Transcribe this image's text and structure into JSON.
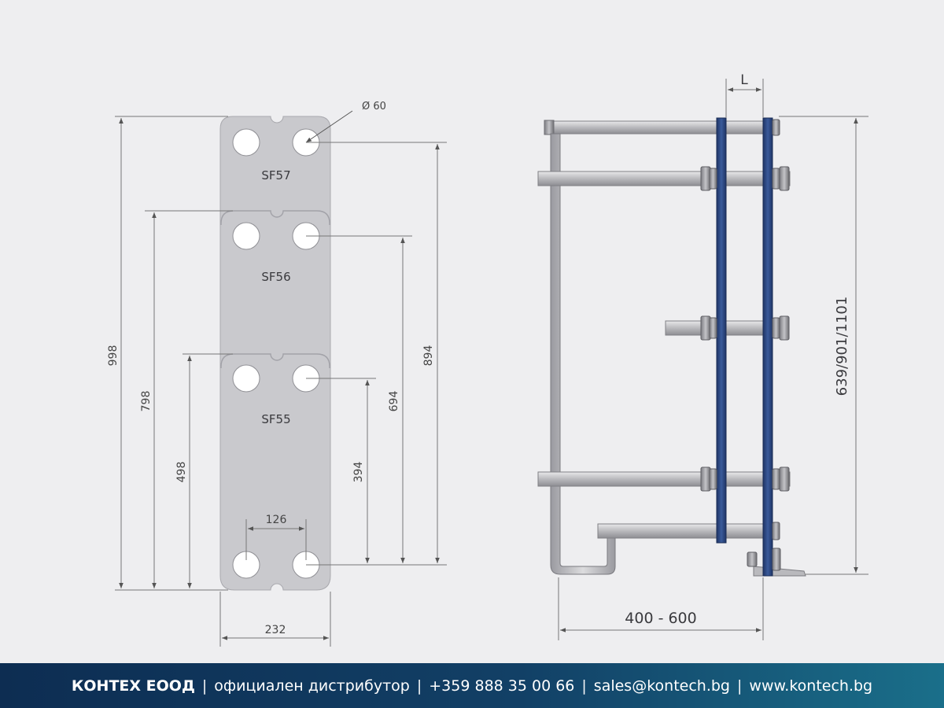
{
  "plates": {
    "hole_diameter": "Ø 60",
    "models": [
      "SF57",
      "SF56",
      "SF55"
    ],
    "dimensions": {
      "h998": "998",
      "h798": "798",
      "h498": "498",
      "h894": "894",
      "h694": "694",
      "h394": "394",
      "w126": "126",
      "w232": "232"
    }
  },
  "frame": {
    "spacing_label": "L",
    "length_label": "400 - 600",
    "height_label": "639/901/1101"
  },
  "footer": {
    "company": "КОНТЕХ ЕООД",
    "role": "официален дистрибутор",
    "phone": "+359 888 35 00 66",
    "email": "sales@kontech.bg",
    "website": "www.kontech.bg",
    "separator": "|"
  },
  "colors": {
    "plate_fill": "#c9c9cd",
    "frame_plate_blue": "#2e4a85",
    "footer_start": "#0d2d52",
    "footer_end": "#1a6f8a"
  }
}
